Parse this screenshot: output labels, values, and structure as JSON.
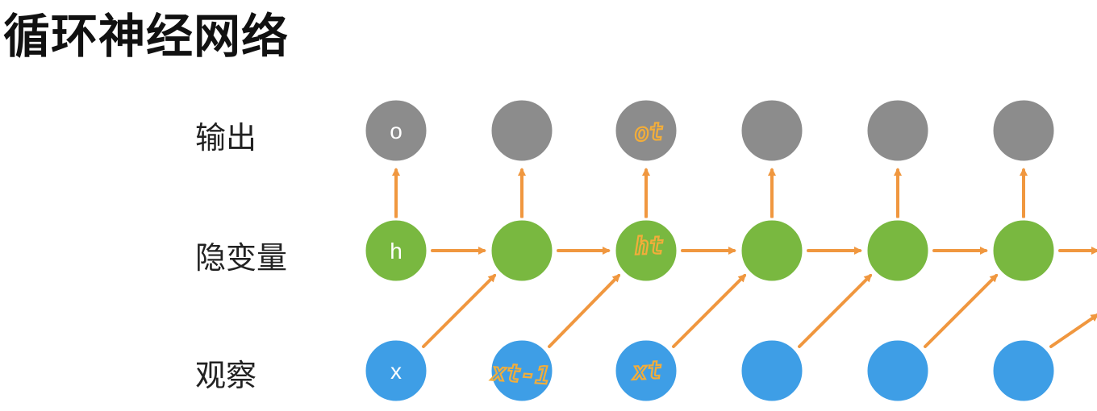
{
  "title": "循环神经网络",
  "rows": {
    "output": "输出",
    "hidden": "隐变量",
    "observation": "观察"
  },
  "node_labels": {
    "output": "o",
    "hidden": "h",
    "observation": "x"
  },
  "annotations": {
    "output": "ot",
    "hidden": "ht",
    "observation_prev": "xt-1",
    "observation_curr": "xt"
  },
  "colors": {
    "output_node": "#8c8c8c",
    "hidden_node": "#79b840",
    "observation_node": "#3e9ee6",
    "arrow": "#f0973f",
    "annotation_ink": "#f2ad3a",
    "node_border": "#ffffff"
  },
  "column_count": 6
}
